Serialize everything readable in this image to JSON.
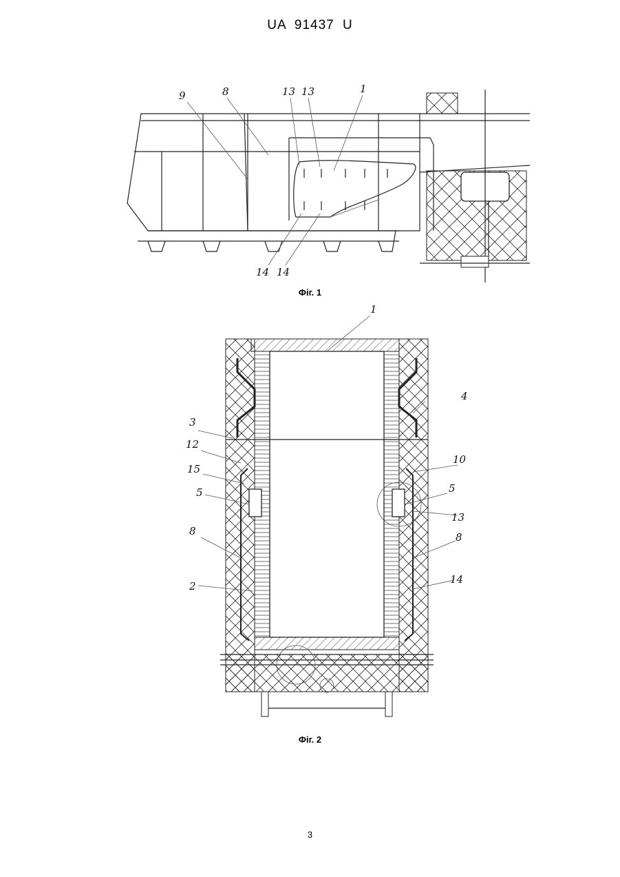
{
  "header": {
    "text": "UA   91437   U"
  },
  "figures": [
    {
      "id": "fig1",
      "caption": "Фіг. 1",
      "labels": [
        "9",
        "8",
        "13",
        "13",
        "1",
        "14",
        "14"
      ]
    },
    {
      "id": "fig2",
      "caption": "Фіг. 2",
      "labels": [
        "1",
        "4",
        "3",
        "12",
        "15",
        "5",
        "8",
        "2",
        "10",
        "5",
        "13",
        "8",
        "14"
      ]
    }
  ],
  "page_number": "3"
}
